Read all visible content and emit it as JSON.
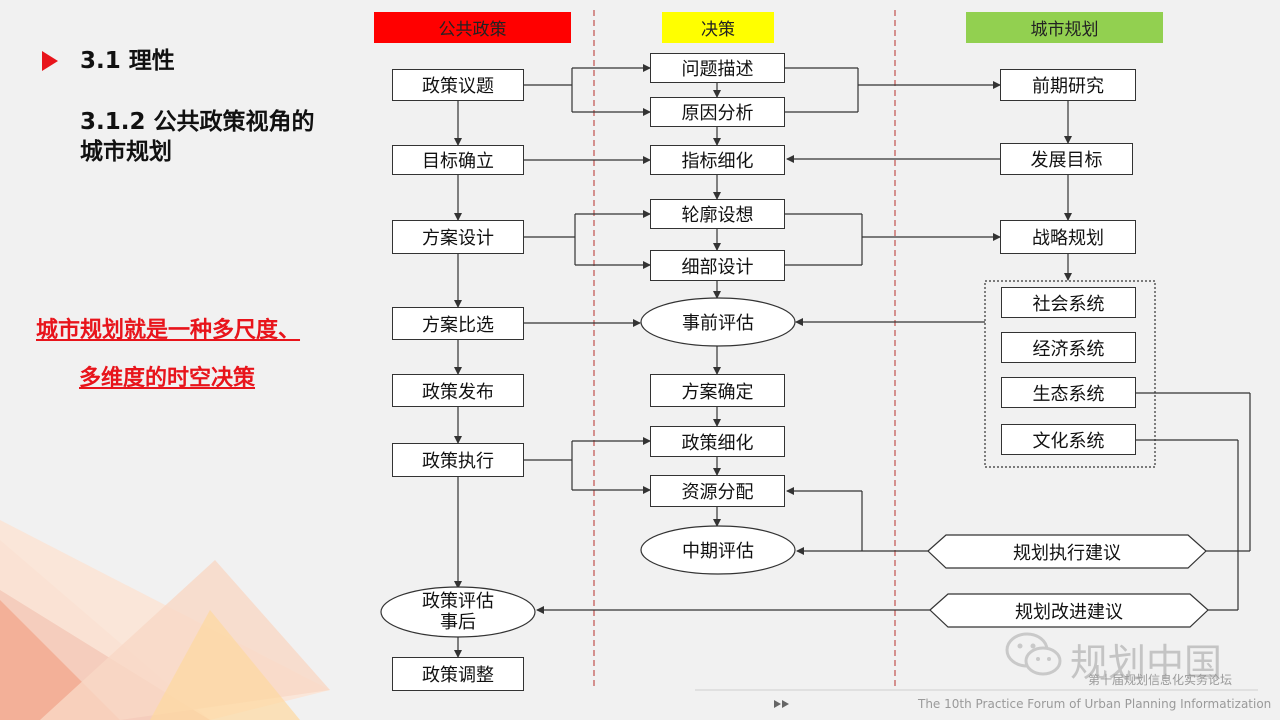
{
  "headings": {
    "section": "3.1 理性",
    "subsection_line1": "3.1.2 公共政策视角的",
    "subsection_line2": "城市规划"
  },
  "highlight": {
    "line1": "城市规划就是一种多尺度、",
    "line2": "多维度的时空决策"
  },
  "columns": {
    "public_policy": "公共政策",
    "decision": "决策",
    "urban_planning": "城市规划"
  },
  "public_policy_steps": {
    "agenda": "政策议题",
    "goal": "目标确立",
    "design": "方案设计",
    "compare": "方案比选",
    "release": "政策发布",
    "execute": "政策执行",
    "evaluate_line1": "政策评估",
    "evaluate_line2": "事后",
    "adjust": "政策调整"
  },
  "decision_steps": {
    "problem": "问题描述",
    "cause": "原因分析",
    "indicator": "指标细化",
    "outline": "轮廓设想",
    "detail": "细部设计",
    "pre_eval": "事前评估",
    "confirm": "方案确定",
    "refine": "政策细化",
    "allocate": "资源分配",
    "mid_eval": "中期评估"
  },
  "planning_steps": {
    "research": "前期研究",
    "target": "发展目标",
    "strategy": "战略规划",
    "social": "社会系统",
    "economic": "经济系统",
    "ecology": "生态系统",
    "culture": "文化系统",
    "exec_advice": "规划执行建议",
    "improve_advice": "规划改进建议"
  },
  "watermark": {
    "brand": "规划中国",
    "event_cn": "第十届规划信息化实务论坛",
    "event_en": "The 10th Practice Forum of  Urban Planning Informatization"
  },
  "colors": {
    "public_policy_header": "#ff0000",
    "decision_header": "#ffff00",
    "urban_planning_header": "#92d050",
    "highlight_text": "#e8141b",
    "divider": "#c0504d"
  }
}
